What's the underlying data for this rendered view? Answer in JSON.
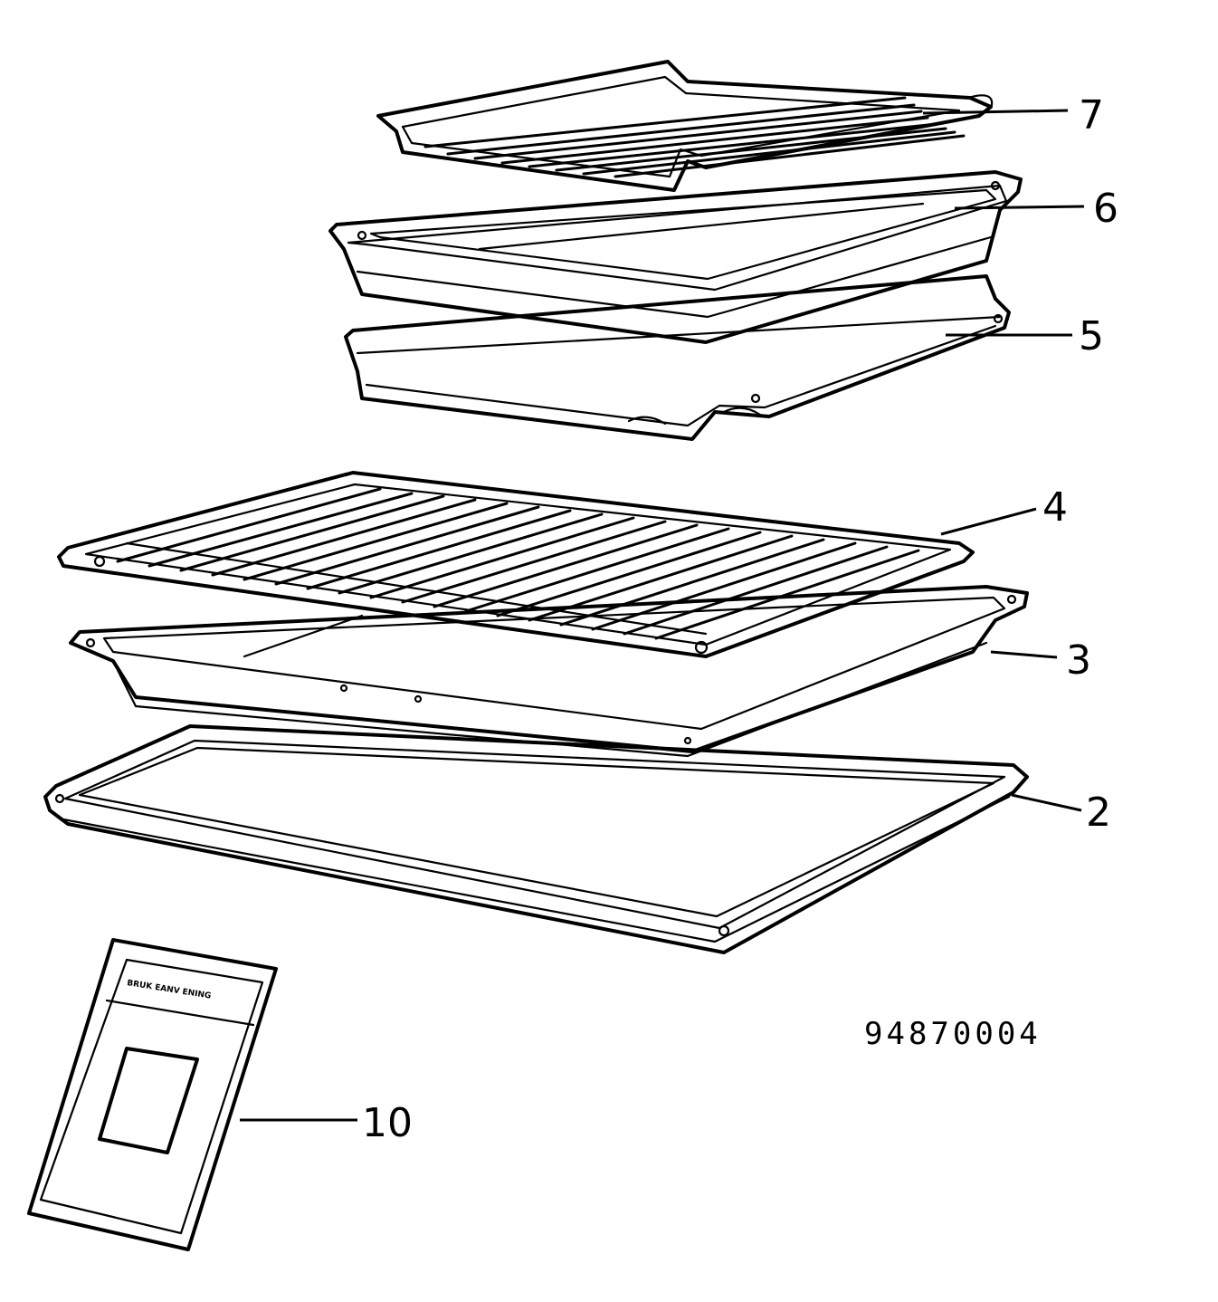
{
  "diagram": {
    "parts": [
      {
        "id": "7",
        "label": "7"
      },
      {
        "id": "6",
        "label": "6"
      },
      {
        "id": "5",
        "label": "5"
      },
      {
        "id": "4",
        "label": "4"
      },
      {
        "id": "3",
        "label": "3"
      },
      {
        "id": "2",
        "label": "2"
      },
      {
        "id": "10",
        "label": "10"
      }
    ],
    "drawing_number": "94870004",
    "manual_cover_text": "BRUK EANV ENING"
  }
}
